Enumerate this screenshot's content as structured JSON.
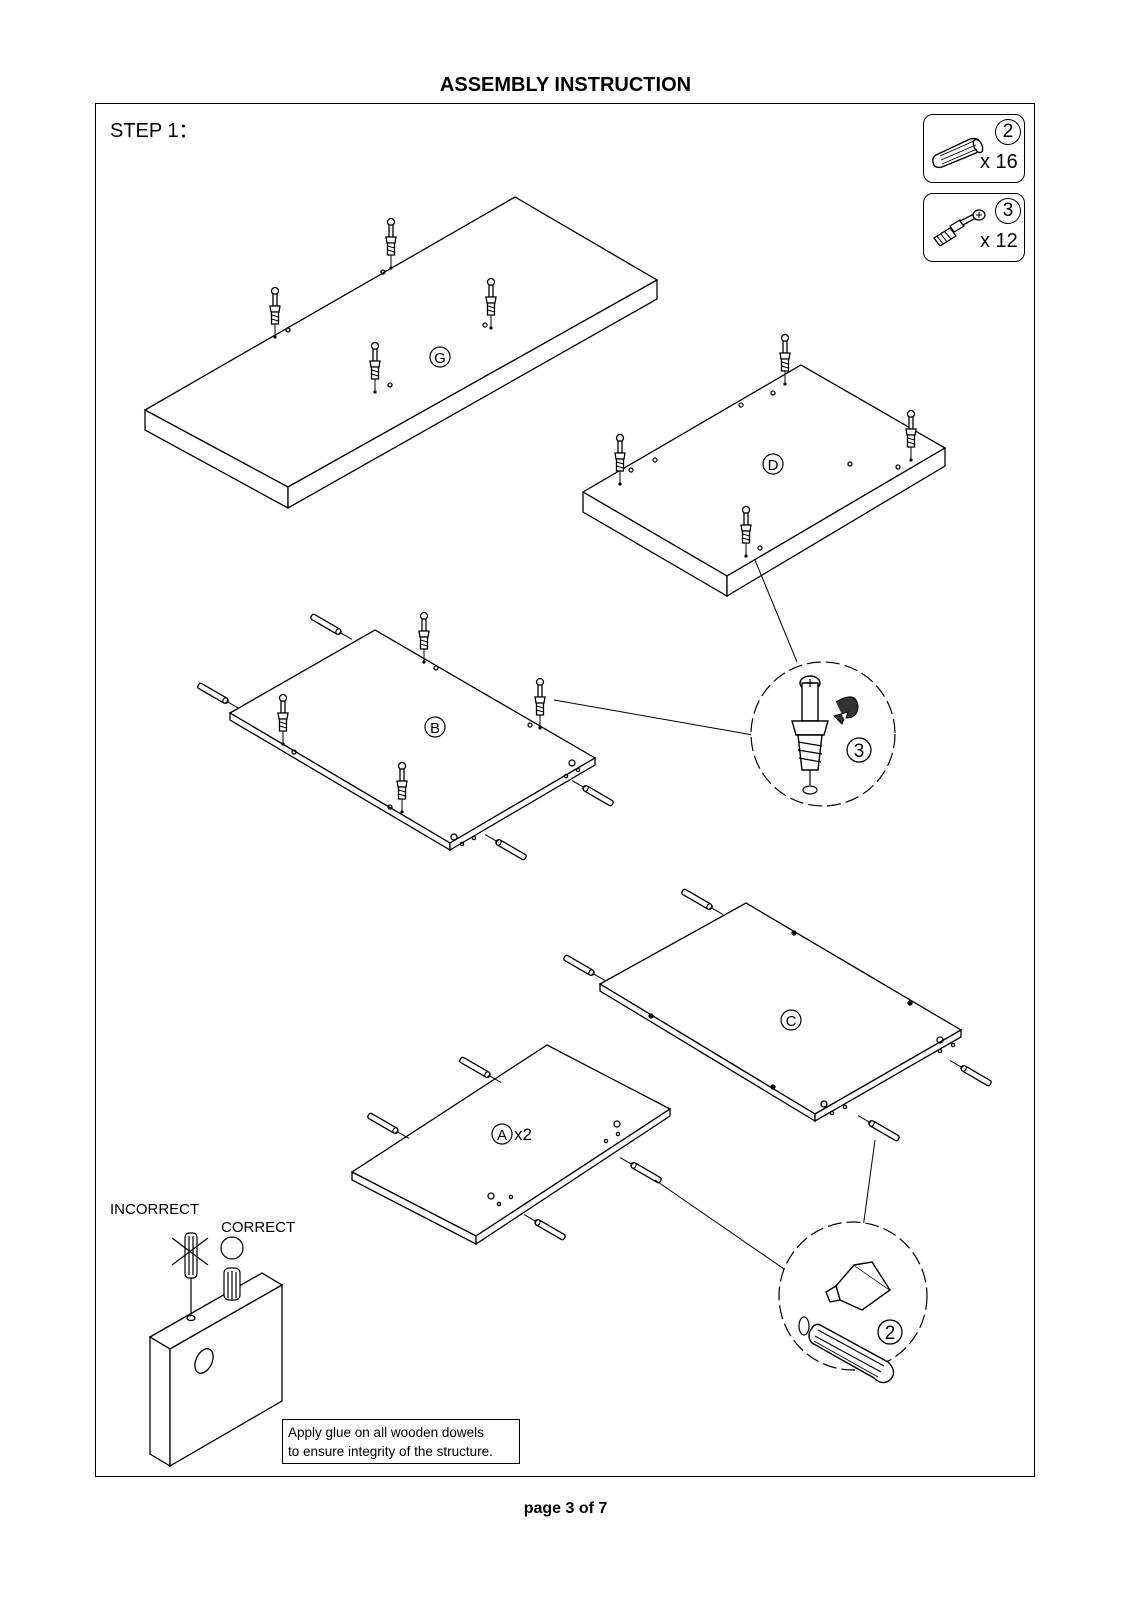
{
  "header": {
    "title": "ASSEMBLY INSTRUCTION"
  },
  "step": {
    "label": "STEP 1："
  },
  "parts": [
    {
      "number": "2",
      "quantity": "x 16",
      "icon": "wooden-dowel-icon"
    },
    {
      "number": "3",
      "quantity": "x 12",
      "icon": "cam-bolt-icon"
    }
  ],
  "panels": {
    "g": "G",
    "d": "D",
    "b": "B",
    "c": "C",
    "a": "A",
    "a_count": "x2"
  },
  "details": {
    "cam_bolt_number": "3",
    "dowel_number": "2"
  },
  "dowel_tip": {
    "incorrect": "INCORRECT",
    "correct": "CORRECT",
    "note_line1": "Apply glue on all wooden dowels",
    "note_line2": "to ensure integrity of the structure."
  },
  "footer": {
    "page": "page 3 of 7"
  }
}
